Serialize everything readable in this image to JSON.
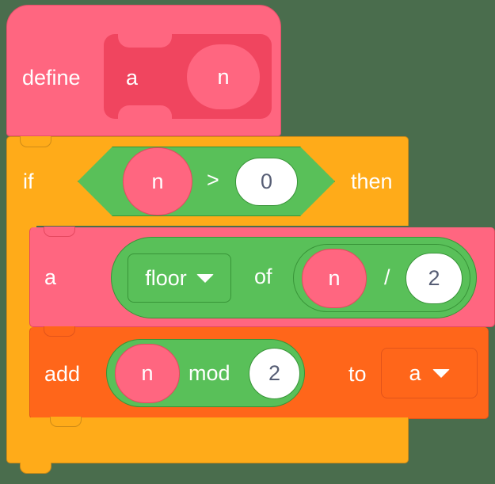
{
  "workspace": {
    "background_color": "#4a6d4d",
    "palette": {
      "custom_block_pink": "#FF6680",
      "custom_block_pink_dark": "#F0455F",
      "control_orange": "#FFAB19",
      "list_orange": "#FF661A",
      "operator_green": "#59C059",
      "input_white": "#FFFFFF",
      "input_text": "#575E75",
      "block_text": "#FFFFFF"
    }
  },
  "script": {
    "define_block": {
      "keyword": "define",
      "procedure_name": "a",
      "argument": "n"
    },
    "if_block": {
      "keyword": "if",
      "keyword_end": "then",
      "condition": {
        "operator": ">",
        "left_operand": "n",
        "right_operand": "0"
      }
    },
    "set_block": {
      "variable": "a",
      "value": {
        "math_function": "floor",
        "connector": "of",
        "dropdown_icon": "chevron-down-icon",
        "argument": {
          "operator": "/",
          "left_operand": "n",
          "right_operand": "2"
        }
      }
    },
    "add_block": {
      "keyword": "add",
      "connector": "to",
      "list_name": "a",
      "dropdown_icon": "chevron-down-icon",
      "value": {
        "operator": "mod",
        "left_operand": "n",
        "right_operand": "2"
      }
    }
  }
}
